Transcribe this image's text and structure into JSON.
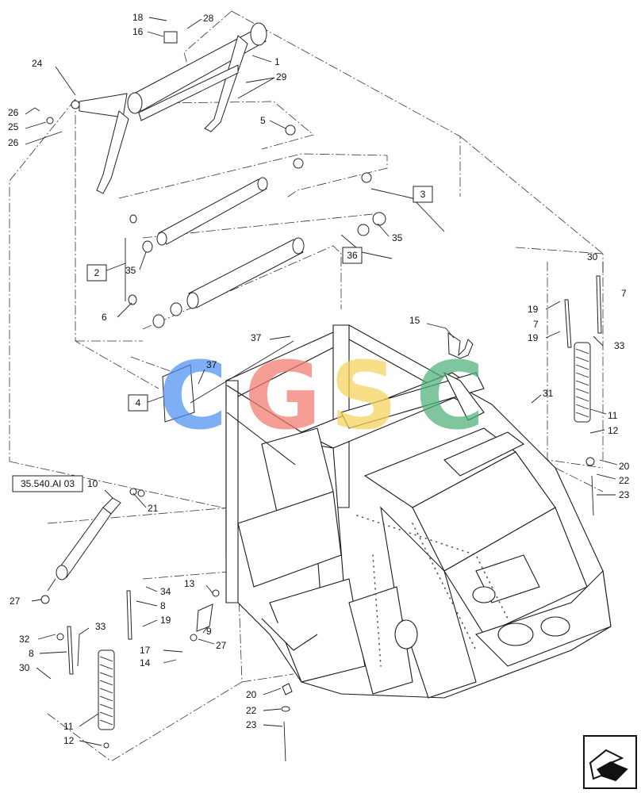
{
  "labels": {
    "n1": "1",
    "n2": "2",
    "n3": "3",
    "n4": "4",
    "n5": "5",
    "n6": "6",
    "n7a": "7",
    "n7b": "7",
    "n8a": "8",
    "n8b": "8",
    "n9": "9",
    "n10": "10",
    "n11a": "11",
    "n11b": "11",
    "n12a": "12",
    "n12b": "12",
    "n13": "13",
    "n14": "14",
    "n15": "15",
    "n16": "16",
    "n17": "17",
    "n18": "18",
    "n19a": "19",
    "n19b": "19",
    "n19c": "19",
    "n20a": "20",
    "n20b": "20",
    "n21": "21",
    "n22a": "22",
    "n22b": "22",
    "n23a": "23",
    "n23b": "23",
    "n24": "24",
    "n25": "25",
    "n26a": "26",
    "n26b": "26",
    "n27a": "27",
    "n27b": "27",
    "n28": "28",
    "n29": "29",
    "n30a": "30",
    "n30b": "30",
    "n31": "31",
    "n32": "32",
    "n33a": "33",
    "n33b": "33",
    "n34": "34",
    "n35a": "35",
    "n35b": "35",
    "n36": "36",
    "n37a": "37",
    "n37b": "37"
  },
  "ref_box": "35.540.AI 03",
  "watermark": {
    "letters": [
      "C",
      "G",
      "S",
      "C"
    ],
    "colors": [
      "#4d8ff0",
      "#f07a6e",
      "#f6d35a",
      "#4fb07a"
    ]
  },
  "nav_icon": "next-page-arrow-icon"
}
